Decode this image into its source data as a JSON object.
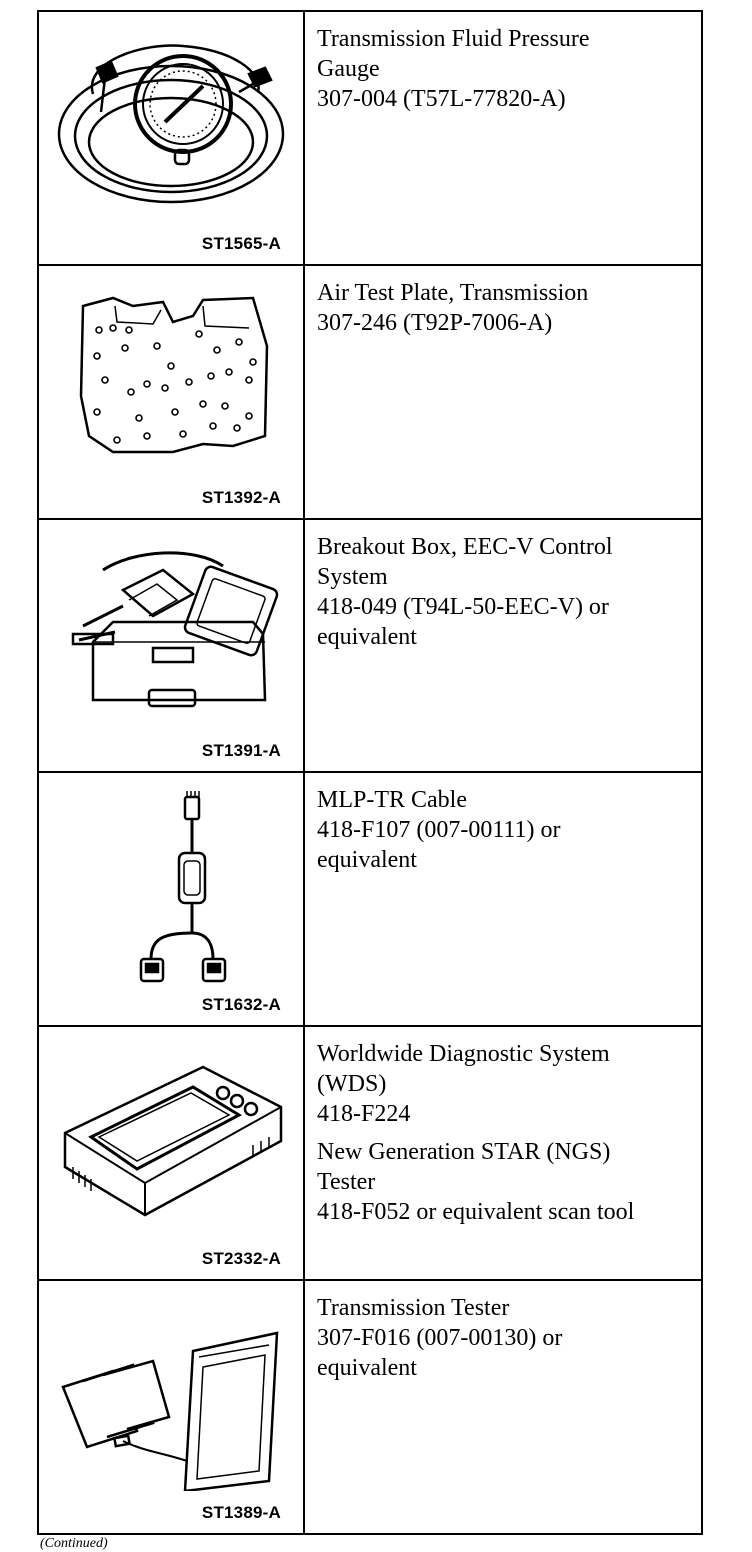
{
  "tools": [
    {
      "figure_code": "ST1565-A",
      "icon": "pressure-gauge-icon",
      "entries": [
        {
          "lines": [
            "Transmission Fluid Pressure",
            "Gauge",
            "307-004 (T57L-77820-A)"
          ]
        }
      ]
    },
    {
      "figure_code": "ST1392-A",
      "icon": "test-plate-icon",
      "entries": [
        {
          "lines": [
            "Air Test Plate, Transmission",
            "307-246 (T92P-7006-A)"
          ]
        }
      ]
    },
    {
      "figure_code": "ST1391-A",
      "icon": "breakout-box-icon",
      "entries": [
        {
          "lines": [
            "Breakout Box, EEC-V Control",
            "System",
            "418-049 (T94L-50-EEC-V) or",
            "equivalent"
          ]
        }
      ]
    },
    {
      "figure_code": "ST1632-A",
      "icon": "cable-icon",
      "entries": [
        {
          "lines": [
            "MLP-TR Cable",
            "418-F107 (007-00111) or",
            "equivalent"
          ]
        }
      ]
    },
    {
      "figure_code": "ST2332-A",
      "icon": "diagnostic-tester-icon",
      "entries": [
        {
          "lines": [
            "Worldwide Diagnostic System",
            "(WDS)",
            "418-F224"
          ]
        },
        {
          "lines": [
            "New Generation STAR (NGS)",
            "Tester",
            "418-F052 or equivalent scan tool"
          ]
        }
      ]
    },
    {
      "figure_code": "ST1389-A",
      "icon": "transmission-tester-icon",
      "entries": [
        {
          "lines": [
            "Transmission Tester",
            "307-F016 (007-00130) or",
            "equivalent"
          ]
        }
      ]
    }
  ],
  "footer": "(Continued)"
}
